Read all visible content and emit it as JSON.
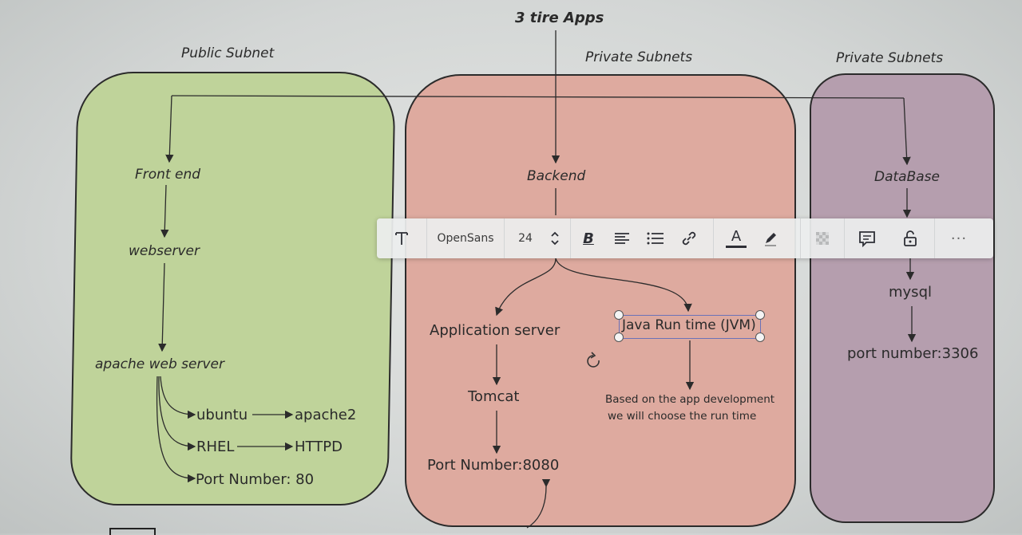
{
  "diagram": {
    "title": "3 tire Apps",
    "columns": {
      "public": "Public Subnet",
      "private_backend": "Private Subnets",
      "private_db": "Private Subnets"
    },
    "frontend": {
      "title": "Front end",
      "webserver": "webserver",
      "apache": "apache web server",
      "ubuntu": "ubuntu",
      "apache2": "apache2",
      "rhel": "RHEL",
      "httpd": "HTTPD",
      "port": "Port Number: 80"
    },
    "backend": {
      "title": "Backend",
      "app_server": "Application server",
      "tomcat": "Tomcat",
      "port": "Port Number:8080",
      "jvm": "Java Run time (JVM)",
      "note_line1": "Based on the app development",
      "note_line2": "we will choose the run time"
    },
    "database": {
      "title": "DataBase",
      "mysql": "mysql",
      "port": "port number:3306"
    }
  },
  "toolbar": {
    "font_name": "OpenSans",
    "font_size": "24",
    "bold_label": "B",
    "text_color_label": "A",
    "more_label": "···",
    "icons": [
      "text-tool-icon",
      "chevron-up-down-icon",
      "bold-icon",
      "align-left-icon",
      "bullet-list-icon",
      "link-icon",
      "text-color-icon",
      "highlighter-icon",
      "transparency-icon",
      "comment-icon",
      "unlock-icon",
      "more-icon"
    ]
  }
}
